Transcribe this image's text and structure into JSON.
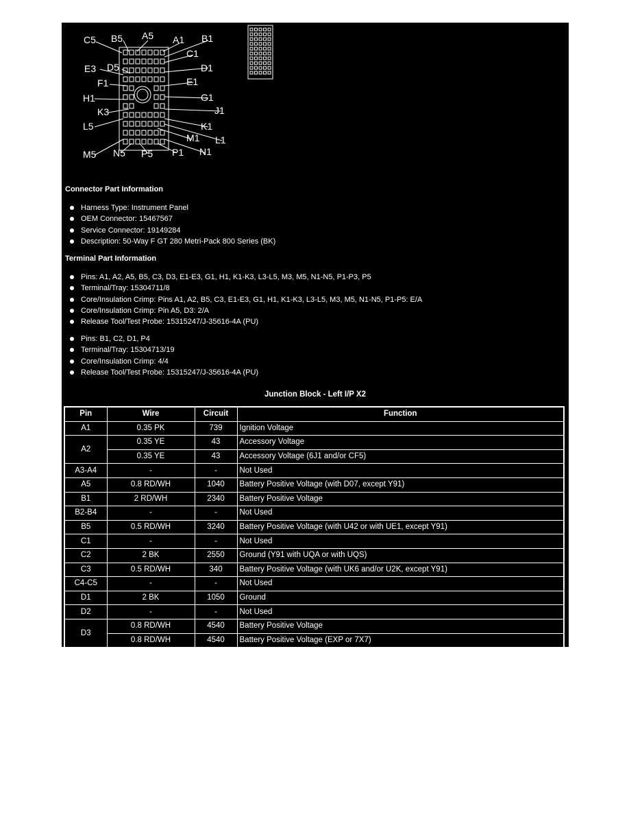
{
  "diagram": {
    "pin_labels": [
      "C5",
      "B5",
      "A5",
      "A1",
      "B1",
      "C1",
      "E3",
      "D5",
      "D1",
      "F1",
      "E1",
      "H1",
      "G1",
      "K3",
      "J1",
      "L5",
      "K1",
      "L1",
      "M1",
      "M5",
      "N5",
      "P5",
      "P1",
      "N1"
    ]
  },
  "connector_part_info": {
    "heading": "Connector Part Information",
    "items": [
      "Harness Type: Instrument Panel",
      "OEM Connector: 15467567",
      "Service Connector: 19149284",
      "Description: 50-Way F GT 280 Metri-Pack 800 Series (BK)"
    ]
  },
  "terminal_part_info": {
    "heading": "Terminal Part Information",
    "group1": [
      "Pins: A1, A2, A5, B5, C3, D3, E1-E3, G1, H1, K1-K3, L3-L5, M3, M5, N1-N5, P1-P3, P5",
      "Terminal/Tray: 15304711/8",
      "Core/Insulation Crimp: Pins A1, A2, B5, C3, E1-E3, G1, H1, K1-K3, L3-L5, M3, M5, N1-N5, P1-P5: E/A",
      "Core/Insulation Crimp: Pin A5, D3: 2/A",
      "Release Tool/Test Probe: 15315247/J-35616-4A (PU)"
    ],
    "group2": [
      "Pins: B1, C2, D1, P4",
      "Terminal/Tray: 15304713/19",
      "Core/Insulation Crimp: 4/4",
      "Release Tool/Test Probe: 15315247/J-35616-4A (PU)"
    ]
  },
  "table": {
    "title": "Junction Block - Left I/P X2",
    "headers": [
      "Pin",
      "Wire",
      "Circuit",
      "Function"
    ],
    "rows": [
      {
        "pin": "A1",
        "wire": "0.35 PK",
        "circuit": "739",
        "function": "Ignition Voltage"
      },
      {
        "pin": "A2",
        "wire": "0.35 YE",
        "circuit": "43",
        "function": "Accessory Voltage"
      },
      {
        "pin": "",
        "wire": "0.35 YE",
        "circuit": "43",
        "function": "Accessory Voltage (6J1 and/or CF5)"
      },
      {
        "pin": "A3-A4",
        "wire": "-",
        "circuit": "-",
        "function": "Not Used"
      },
      {
        "pin": "A5",
        "wire": "0.8 RD/WH",
        "circuit": "1040",
        "function": "Battery Positive Voltage (with D07, except Y91)"
      },
      {
        "pin": "B1",
        "wire": "2 RD/WH",
        "circuit": "2340",
        "function": "Battery Positive Voltage"
      },
      {
        "pin": "B2-B4",
        "wire": "-",
        "circuit": "-",
        "function": "Not Used"
      },
      {
        "pin": "B5",
        "wire": "0.5 RD/WH",
        "circuit": "3240",
        "function": "Battery Positive Voltage (with U42 or with UE1, except Y91)"
      },
      {
        "pin": "C1",
        "wire": "-",
        "circuit": "-",
        "function": "Not Used"
      },
      {
        "pin": "C2",
        "wire": "2 BK",
        "circuit": "2550",
        "function": "Ground (Y91 with UQA or with UQS)"
      },
      {
        "pin": "C3",
        "wire": "0.5 RD/WH",
        "circuit": "340",
        "function": "Battery Positive Voltage (with UK6 and/or U2K, except Y91)"
      },
      {
        "pin": "C4-C5",
        "wire": "-",
        "circuit": "-",
        "function": "Not Used"
      },
      {
        "pin": "D1",
        "wire": "2 BK",
        "circuit": "1050",
        "function": "Ground"
      },
      {
        "pin": "D2",
        "wire": "-",
        "circuit": "-",
        "function": "Not Used"
      },
      {
        "pin": "D3",
        "wire": "0.8 RD/WH",
        "circuit": "4540",
        "function": "Battery Positive Voltage"
      },
      {
        "pin": "",
        "wire": "0.8 RD/WH",
        "circuit": "4540",
        "function": "Battery Positive Voltage (EXP or 7X7)"
      }
    ]
  }
}
